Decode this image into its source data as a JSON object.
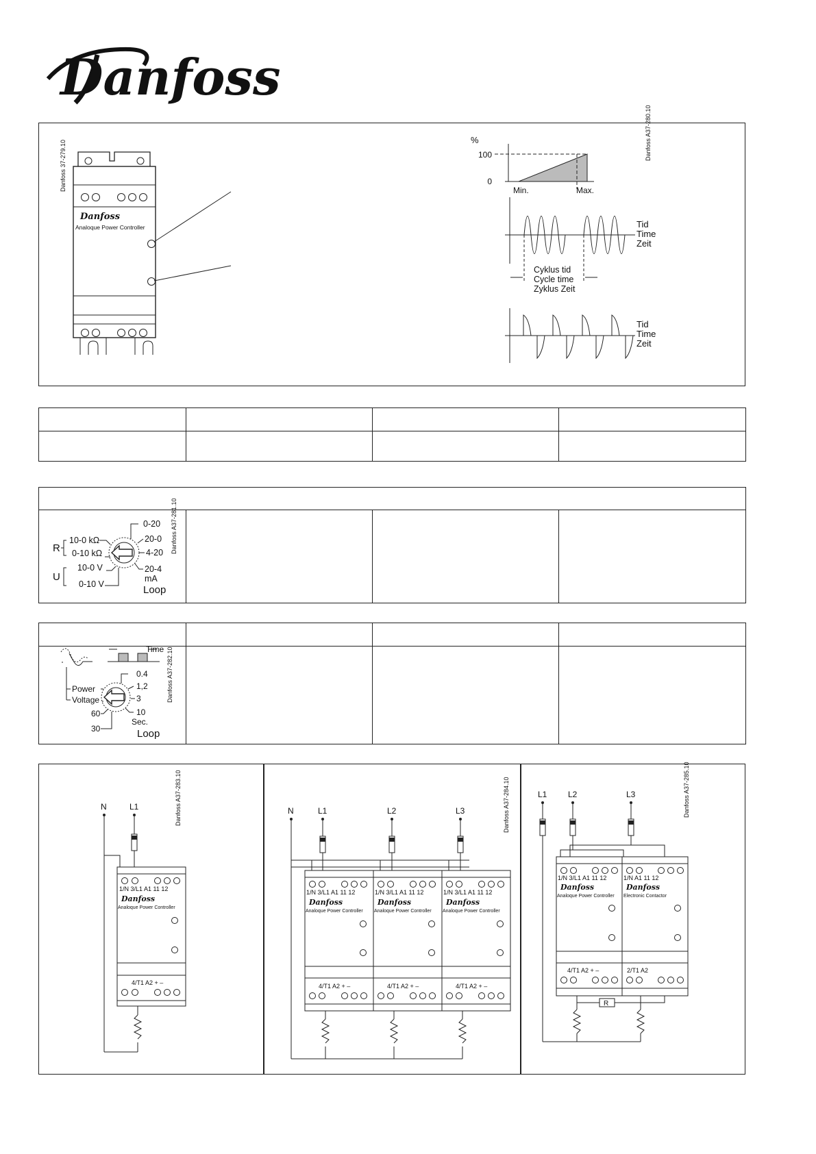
{
  "brand": {
    "logo_text": "Danfoss"
  },
  "figure_top": {
    "ref_left": "Danfoss 37-279.10",
    "device_label": "Analoque Power Controller",
    "device_logo": "Danfoss",
    "chart_ref": "Danfoss A37-280.10",
    "chart_y_unit": "%",
    "chart_y_100": "100",
    "chart_y_0": "0",
    "chart_x_min": "Min.",
    "chart_x_max": "Max.",
    "wave1_labels": [
      "Tid",
      "Time",
      "Zeit"
    ],
    "cycle_labels": [
      "Cyklus tid",
      "Cycle time",
      "Zyklus Zeit"
    ],
    "wave2_labels": [
      "Tid",
      "Time",
      "Zeit"
    ]
  },
  "input_dial": {
    "ref": "Danfoss A37-281.10",
    "r_label": "R",
    "u_label": "U",
    "left_options": [
      "10-0 kΩ",
      "0-10 kΩ",
      "10-0 V",
      "0-10 V"
    ],
    "right_options": [
      "0-20",
      "20-0",
      "4-20",
      "20-4"
    ],
    "unit": "mA",
    "loop": "Loop"
  },
  "time_dial": {
    "ref": "Danfoss A37-282.10",
    "time_label": "Time",
    "power": "Power",
    "voltage": "Voltage",
    "left_options": [
      "60",
      "30"
    ],
    "right_options": [
      "0.4",
      "1,2",
      "3",
      "10"
    ],
    "unit": "Sec.",
    "loop": "Loop"
  },
  "wiring": {
    "single": {
      "ref": "Danfoss A37-283.10",
      "lines": [
        "N",
        "L1"
      ],
      "top_terms": "1/N 3/L1   A1 11 12",
      "logo": "Danfoss",
      "label": "Analoque Power Controller",
      "bottom_terms": "4/T1   A2 +  –"
    },
    "three": {
      "ref": "Danfoss A37-284.10",
      "lines": [
        "N",
        "L1",
        "L2",
        "L3"
      ],
      "top_terms": "1/N 3/L1   A1 11 12",
      "logo": "Danfoss",
      "label": "Analoque Power Controller",
      "bottom_terms": "4/T1   A2 +  –"
    },
    "contactor": {
      "ref": "Danfoss A37-285.10",
      "lines": [
        "L1",
        "L2",
        "L3"
      ],
      "apc_top_terms": "1/N 3/L1   A1 11 12",
      "apc_label": "Analoque Power Controller",
      "apc_bottom_terms": "4/T1   A2 +  –",
      "ec_top_terms": "1/N   A1 11 12",
      "ec_label": "Electronic Contactor",
      "ec_bottom_terms": "2/T1   A2",
      "logo": "Danfoss",
      "resistor": "R"
    }
  }
}
